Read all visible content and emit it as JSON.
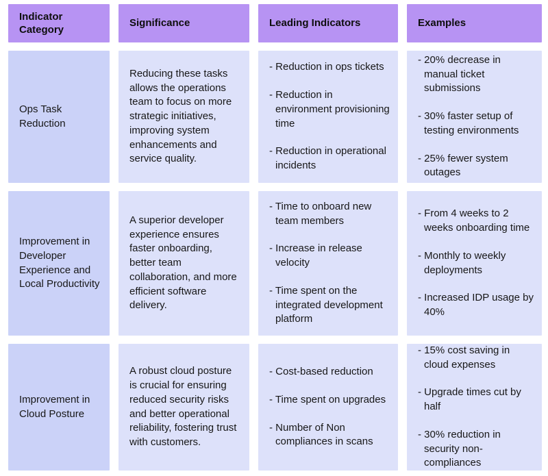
{
  "colors": {
    "page_background": "#ffffff",
    "header_bg": "#b793f3",
    "category_cell_bg": "#cbd2f8",
    "body_cell_bg": "#dde1fa",
    "text": "#171717"
  },
  "chart_data": {
    "type": "table",
    "bullet_prefix": "- ",
    "columns": [
      "Indicator Category",
      "Significance",
      "Leading Indicators",
      "Examples"
    ],
    "rows": [
      {
        "category": "Ops Task Reduction",
        "significance": "Reducing these tasks allows the operations team to focus on more strategic initiatives, improving system enhancements and service quality.",
        "leading_indicators": [
          "Reduction in ops tickets",
          "Reduction in environment provisioning time",
          "Reduction in operational incidents"
        ],
        "examples": [
          "20% decrease in manual ticket submissions",
          "30% faster setup of testing environments",
          "25% fewer system outages"
        ]
      },
      {
        "category": "Improvement in Developer Experience and Local Productivity",
        "significance": "A superior developer experience ensures faster onboarding, better team collaboration, and more efficient software delivery.",
        "leading_indicators": [
          "Time to onboard new team members",
          "Increase in release velocity",
          "Time spent on the integrated development platform"
        ],
        "examples": [
          "From 4 weeks to 2 weeks onboarding time",
          "Monthly to weekly deployments",
          "Increased IDP usage by 40%"
        ]
      },
      {
        "category": "Improvement in Cloud Posture",
        "significance": "A robust cloud posture is crucial for ensuring reduced security risks and better operational reliability, fostering trust with customers.",
        "leading_indicators": [
          "Cost-based reduction",
          "Time spent on upgrades",
          "Number of Non compliances in scans"
        ],
        "examples": [
          "15% cost saving in cloud expenses",
          "Upgrade times cut by half",
          "30% reduction in security non-compliances"
        ]
      }
    ]
  }
}
